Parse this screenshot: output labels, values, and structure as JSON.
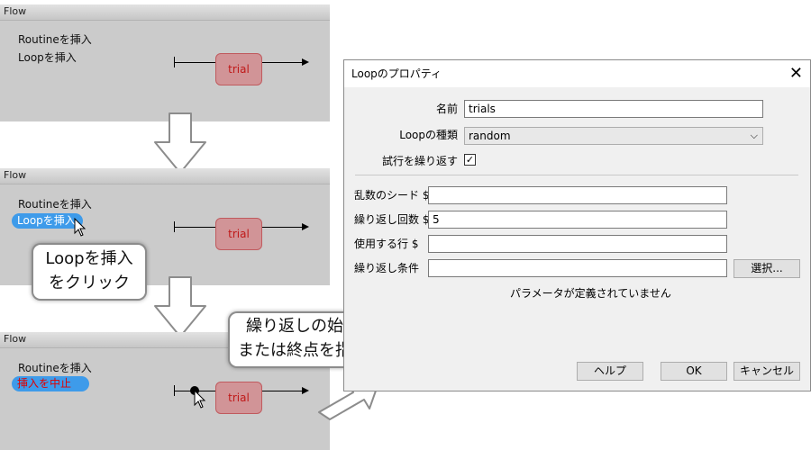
{
  "flow_panels": [
    {
      "title": "Flow",
      "insert_routine": "Routineを挿入",
      "insert_loop": "Loopを挿入",
      "routine_name": "trial"
    },
    {
      "title": "Flow",
      "insert_routine": "Routineを挿入",
      "insert_loop": "Loopを挿入",
      "routine_name": "trial"
    },
    {
      "title": "Flow",
      "insert_routine": "Routineを挿入",
      "cancel_insert": "挿入を中止",
      "routine_name": "trial"
    }
  ],
  "callouts": {
    "click_loop": [
      "Loopを挿入",
      "をクリック"
    ],
    "set_points": [
      "繰り返しの始点",
      "または終点を指定"
    ]
  },
  "dialog": {
    "title": "Loopのプロパティ",
    "name_label": "名前",
    "name_value": "trials",
    "loop_type_label": "Loopの種類",
    "loop_type_value": "random",
    "repeat_label": "試行を繰り返す",
    "repeat_checked": true,
    "seed_label": "乱数のシード $",
    "seed_value": "",
    "nreps_label": "繰り返し回数 $",
    "nreps_value": "5",
    "selected_rows_label": "使用する行 $",
    "selected_rows_value": "",
    "conditions_label": "繰り返し条件",
    "conditions_value": "",
    "browse_button": "選択...",
    "no_params_text": "パラメータが定義されていません",
    "help_button": "ヘルプ",
    "ok_button": "OK",
    "cancel_button": "キャンセル"
  },
  "colors": {
    "accent_blue": "#3e9bea",
    "routine_fill": "#d19497",
    "routine_text": "#c01818",
    "cancel_text": "#e00000"
  }
}
